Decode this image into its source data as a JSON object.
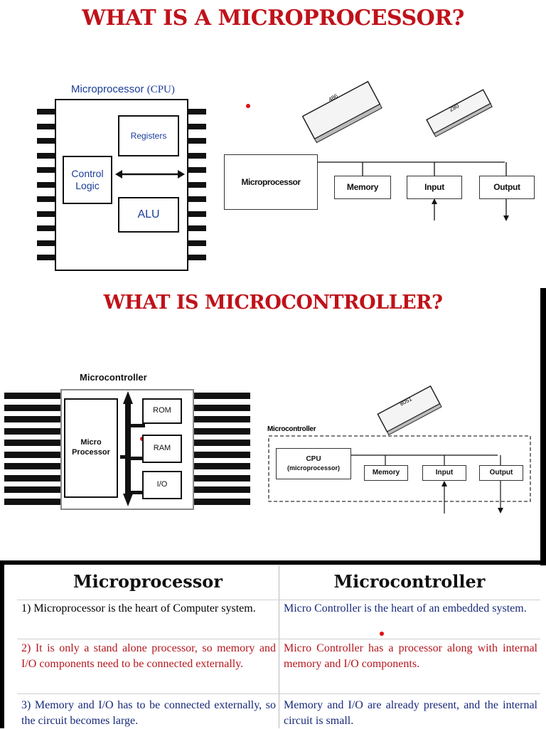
{
  "titles": {
    "microprocessor": "WHAT IS A MICROPROCESSOR?",
    "microcontroller": "WHAT IS MICROCONTROLLER?"
  },
  "mp_diagram": {
    "label": "Microprocessor",
    "label_suffix": "(CPU)",
    "registers": "Registers",
    "control": "Control",
    "logic": "Logic",
    "alu": "ALU"
  },
  "mp_system": {
    "chip1": "486",
    "chip2": "Z80",
    "microprocessor": "Microprocessor",
    "memory": "Memory",
    "input": "Input",
    "output": "Output"
  },
  "mc_diagram": {
    "label": "Microcontroller",
    "micro": "Micro",
    "processor": "Processor",
    "rom": "ROM",
    "ram": "RAM",
    "io": "I/O"
  },
  "mc_system": {
    "chip": "8051",
    "label": "Microcontroller",
    "cpu": "CPU",
    "cpu_sub": "(microprocessor)",
    "memory": "Memory",
    "input": "Input",
    "output": "Output"
  },
  "comparison": {
    "headers": [
      "Microprocessor",
      "Microcontroller"
    ],
    "rows": [
      {
        "left": "1) Microprocessor is the heart of Computer system.",
        "right": "Micro Controller is the heart of an embedded system.",
        "color": "#17297a"
      },
      {
        "left": "2) It is only a stand alone processor, so memory and I/O components need to be connected externally.",
        "right": "Micro Controller has a processor along with internal memory and I/O components.",
        "color": "#b5161d"
      },
      {
        "left": "3) Memory and I/O has to be connected externally, so the circuit becomes large.",
        "right": "Memory and I/O are already present, and the internal circuit is small.",
        "color": "#17297a"
      }
    ]
  }
}
